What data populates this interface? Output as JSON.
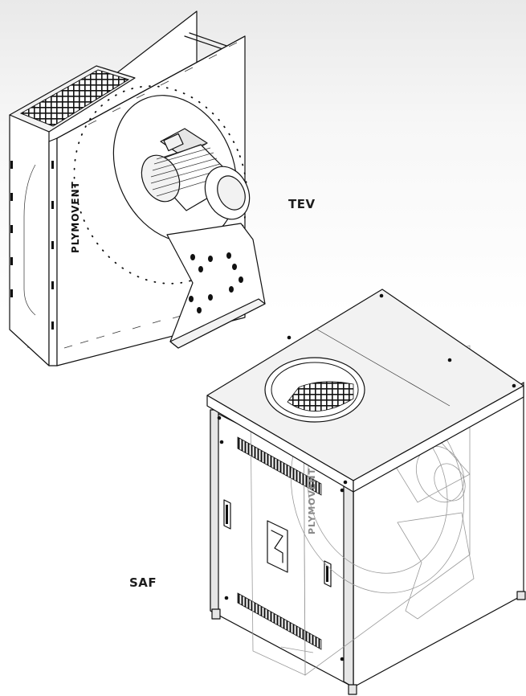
{
  "labels": {
    "tev": "TEV",
    "saf": "SAF"
  },
  "fan_brand_text": "PLYMOVENT"
}
